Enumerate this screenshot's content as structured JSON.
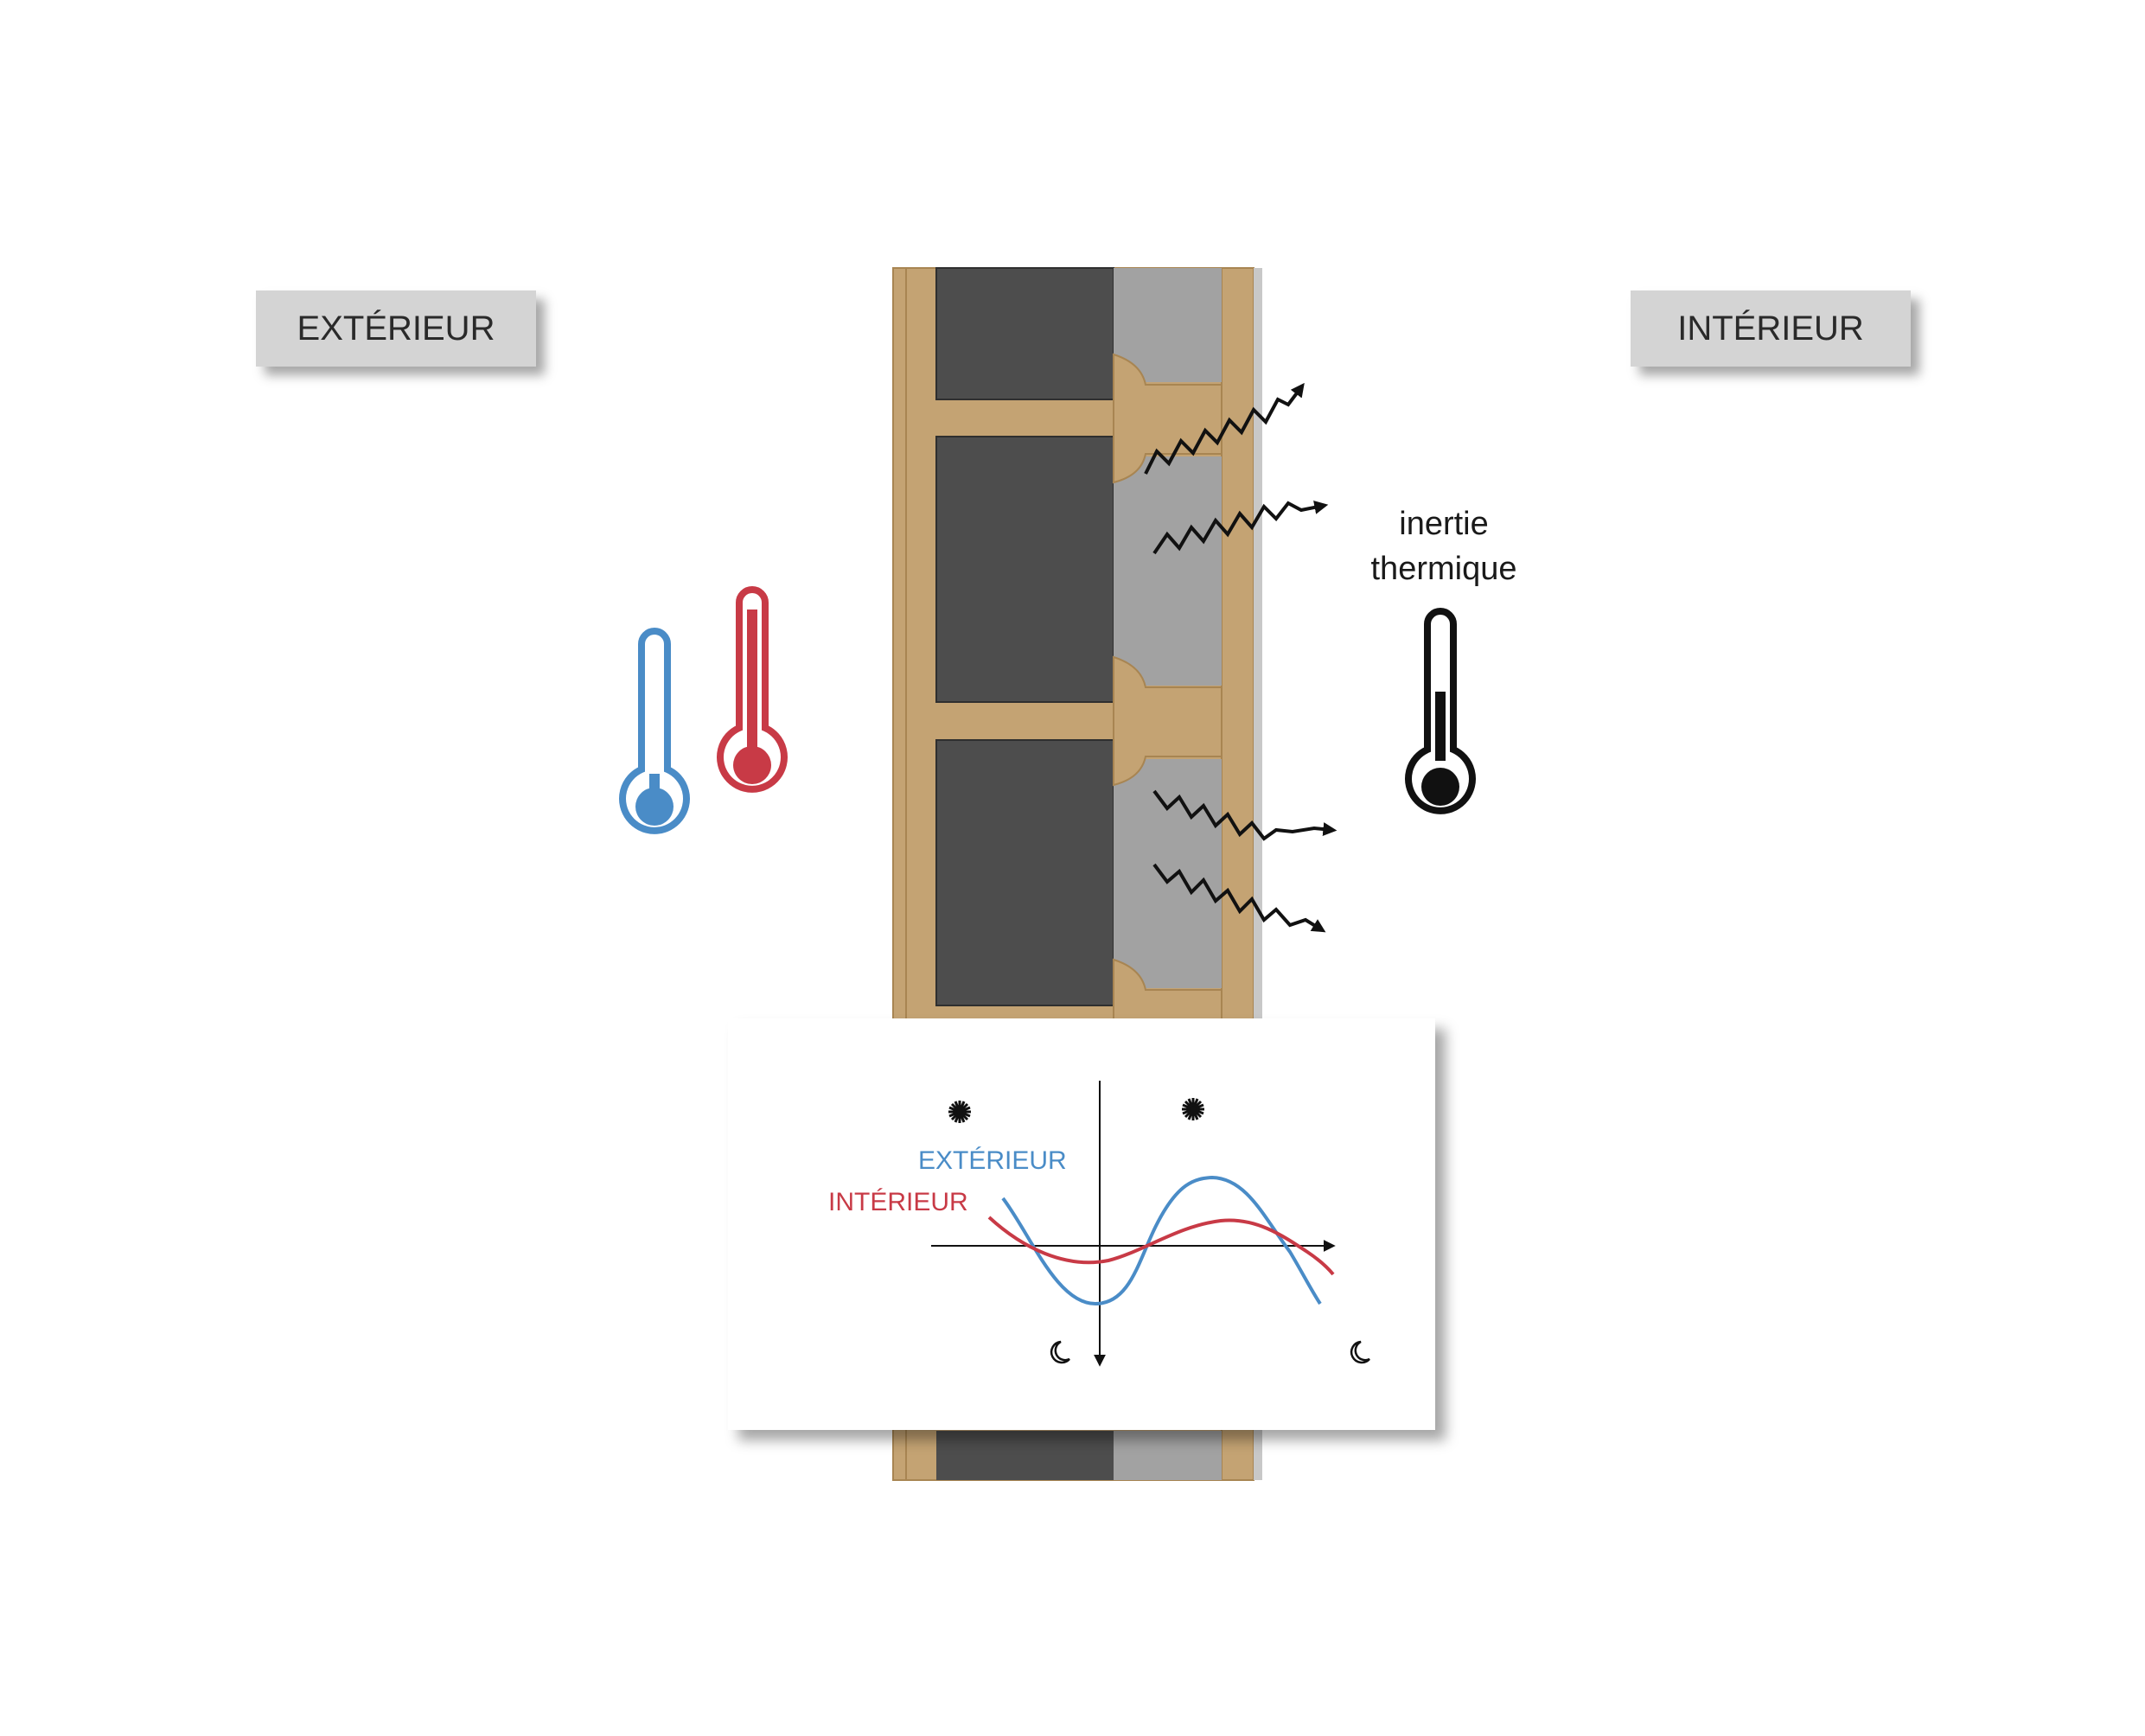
{
  "labels": {
    "exterior_tag": "EXTÉRIEUR",
    "interior_tag": "INTÉRIEUR",
    "inertia_line1": "inertie",
    "inertia_line2": "thermique"
  },
  "graph": {
    "exterior_curve_label": "EXTÉRIEUR",
    "interior_curve_label": "INTÉRIEUR",
    "icons": [
      "sun-icon",
      "sun-icon",
      "moon-icon",
      "moon-icon"
    ]
  },
  "colors": {
    "wood": "#c4a373",
    "wood_edge": "#a88552",
    "dark_block": "#4d4d4d",
    "insulation": "#a2a2a2",
    "plaster": "#c8c8c8",
    "exterior_blue": "#4a8cc7",
    "interior_red": "#c83a46",
    "black": "#111111"
  },
  "thermometers": [
    {
      "name": "exterior-cold",
      "color": "#4a8cc7",
      "level": 0.15
    },
    {
      "name": "exterior-hot",
      "color": "#c83a46",
      "level": 1.0
    },
    {
      "name": "interior-stable",
      "color": "#111111",
      "level": 0.5
    }
  ]
}
